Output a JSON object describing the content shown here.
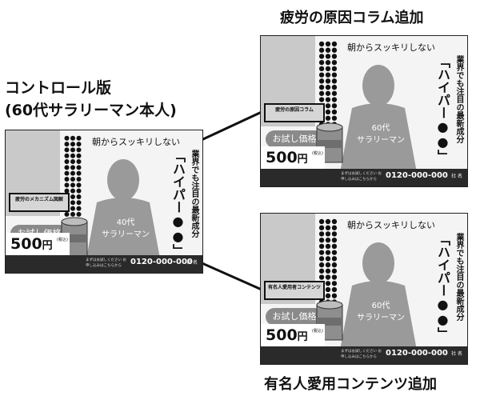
{
  "captions": {
    "control_line1": "コントロール版",
    "control_line2": "(60代サラリーマン本人)",
    "top_variant": "疲労の原因コラム追加",
    "bottom_variant": "有名人愛用コンテンツ追加"
  },
  "ad_common": {
    "headline": "朝からスッキリしない",
    "subcopy": "業界でも注目の最新成分",
    "product_name": "「ハイパー●●」",
    "person_age": "40代",
    "person_role": "サラリーマン",
    "trial_label": "お試し価格",
    "price": "500",
    "price_unit": "円",
    "tax_note": "(税込)",
    "order_note": "まずはお試しください お申し込みはこちらから",
    "phone": "0120-000-000",
    "company": "社 名"
  },
  "ads": {
    "control": {
      "box_label": "疲労のメカニズム図解",
      "person_age": "40代"
    },
    "top": {
      "box_label": "疲労の原因コラム",
      "person_age": "60代"
    },
    "bottom": {
      "box_label": "有名人愛用者コンテンツ",
      "person_age": "60代"
    }
  },
  "colors": {
    "line": "#111111",
    "gray_band": "#c9c9c9",
    "silhouette": "#9a9a9a",
    "dark_bar": "#2a2a2a"
  }
}
